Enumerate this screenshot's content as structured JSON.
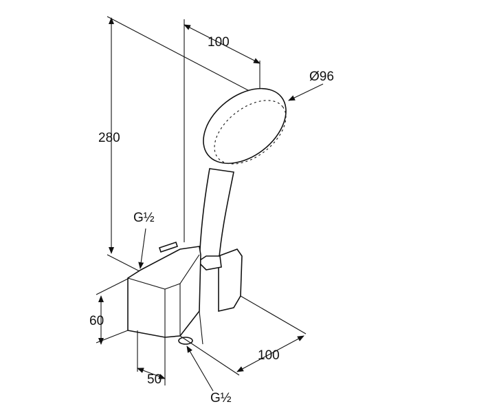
{
  "drawing": {
    "dimensions": {
      "height_total": "280",
      "offset_top": "100",
      "head_diameter": "Ø96",
      "thread_top": "G½",
      "body_height": "60",
      "body_depth": "50",
      "projection": "100",
      "thread_bottom": "G½"
    },
    "line_color": "#111111"
  }
}
